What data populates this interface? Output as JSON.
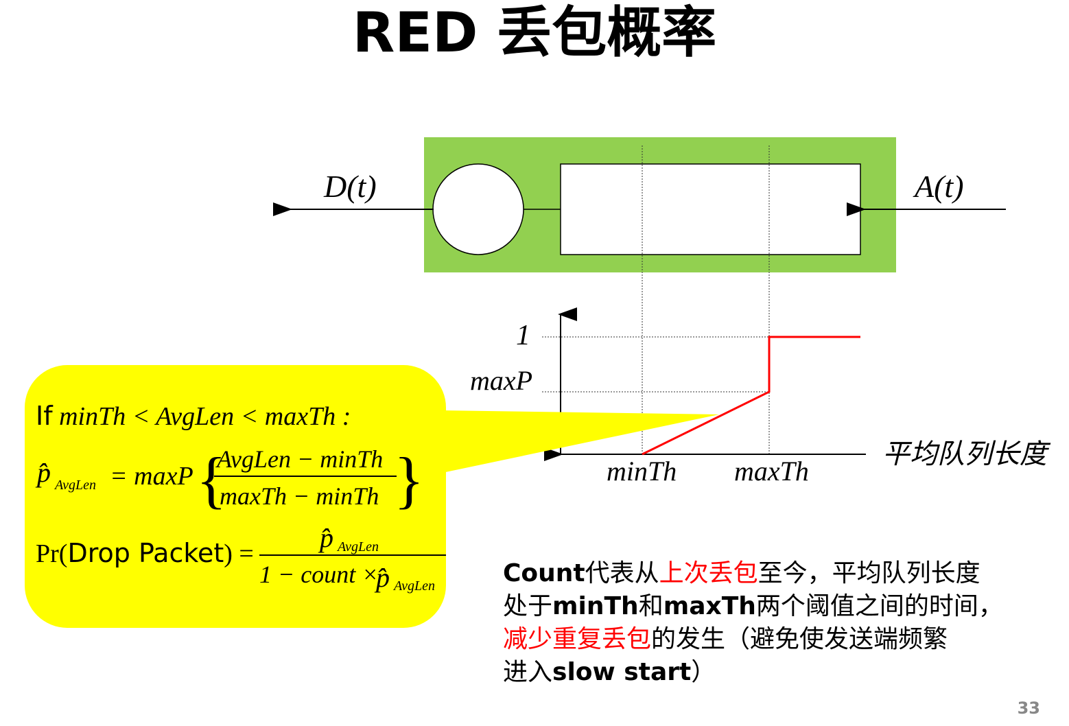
{
  "title": "RED 丢包概率",
  "diagram": {
    "departure_label": "D(t)",
    "arrival_label": "A(t)",
    "y_tick_1": "1",
    "y_tick_maxp": "maxP",
    "x_tick_minth": "minTh",
    "x_tick_maxth": "maxTh",
    "x_axis_label": "平均队列长度",
    "colors": {
      "router": "#92d050",
      "curve": "#ff0000",
      "callout": "#ffff00"
    }
  },
  "formula": {
    "if_word": "If",
    "condition": "minTh < AvgLen < maxTh :",
    "p_hat": "p̂",
    "p_sub": "AvgLen",
    "eq_rhs_prefix": "= maxP",
    "numerator": "AvgLen − minTh",
    "denominator": "maxTh − minTh",
    "pr_prefix": "Pr(",
    "drop_packet": "Drop Packet",
    "pr_suffix": ") =",
    "den2_prefix": "1 − count ×"
  },
  "description": {
    "line1_a": "Count",
    "line1_b": "代表从",
    "line1_c": "上次丢包",
    "line1_d": "至今，平均队列长度",
    "line2_a": "处于",
    "line2_b": "minTh",
    "line2_c": "和",
    "line2_d": "maxTh",
    "line2_e": "两个阈值之间的时间，",
    "line3_a": "减少重复丢包",
    "line3_b": "的发生（避免使发送端频繁",
    "line4_a": "进入",
    "line4_b": "slow start",
    "line4_c": "）"
  },
  "page_number": "33"
}
